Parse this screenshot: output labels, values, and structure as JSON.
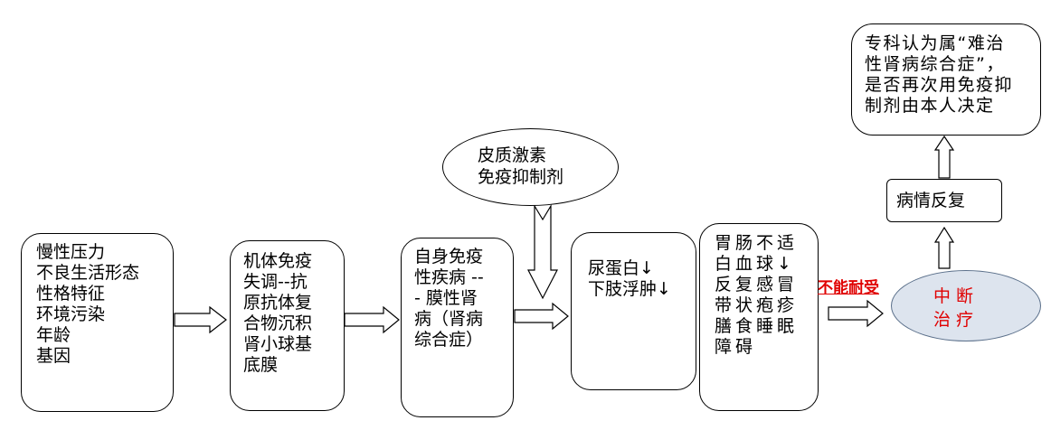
{
  "causes": [
    "慢性压力",
    "不良生活形态",
    "性格特征",
    "环境污染",
    "年龄",
    "基因"
  ],
  "mechanism": [
    "机体免疫",
    "失调--抗",
    "原抗体复",
    "合物沉积",
    "肾小球基",
    "底膜"
  ],
  "disease": [
    "自身免疫",
    "性疾病 --",
    "- 膜性肾",
    "病（肾病",
    "综合症）"
  ],
  "treatment": [
    "皮质激素",
    "免疫抑制剂"
  ],
  "symptoms": [
    "尿蛋白↓",
    "下肢浮肿↓"
  ],
  "side_effects": [
    "胃肠不适",
    "白血球↓",
    "反复感冒",
    "带状疱疹",
    "膳食睡眠",
    "障碍"
  ],
  "cut_label": "不能耐受",
  "stop_treatment": [
    "中断",
    "治疗"
  ],
  "relapse": "病情反复",
  "decision": [
    "专科认为属“难治",
    "性肾病综合症”，",
    "是否再次用免疫抑",
    "制剂由本人决定"
  ]
}
